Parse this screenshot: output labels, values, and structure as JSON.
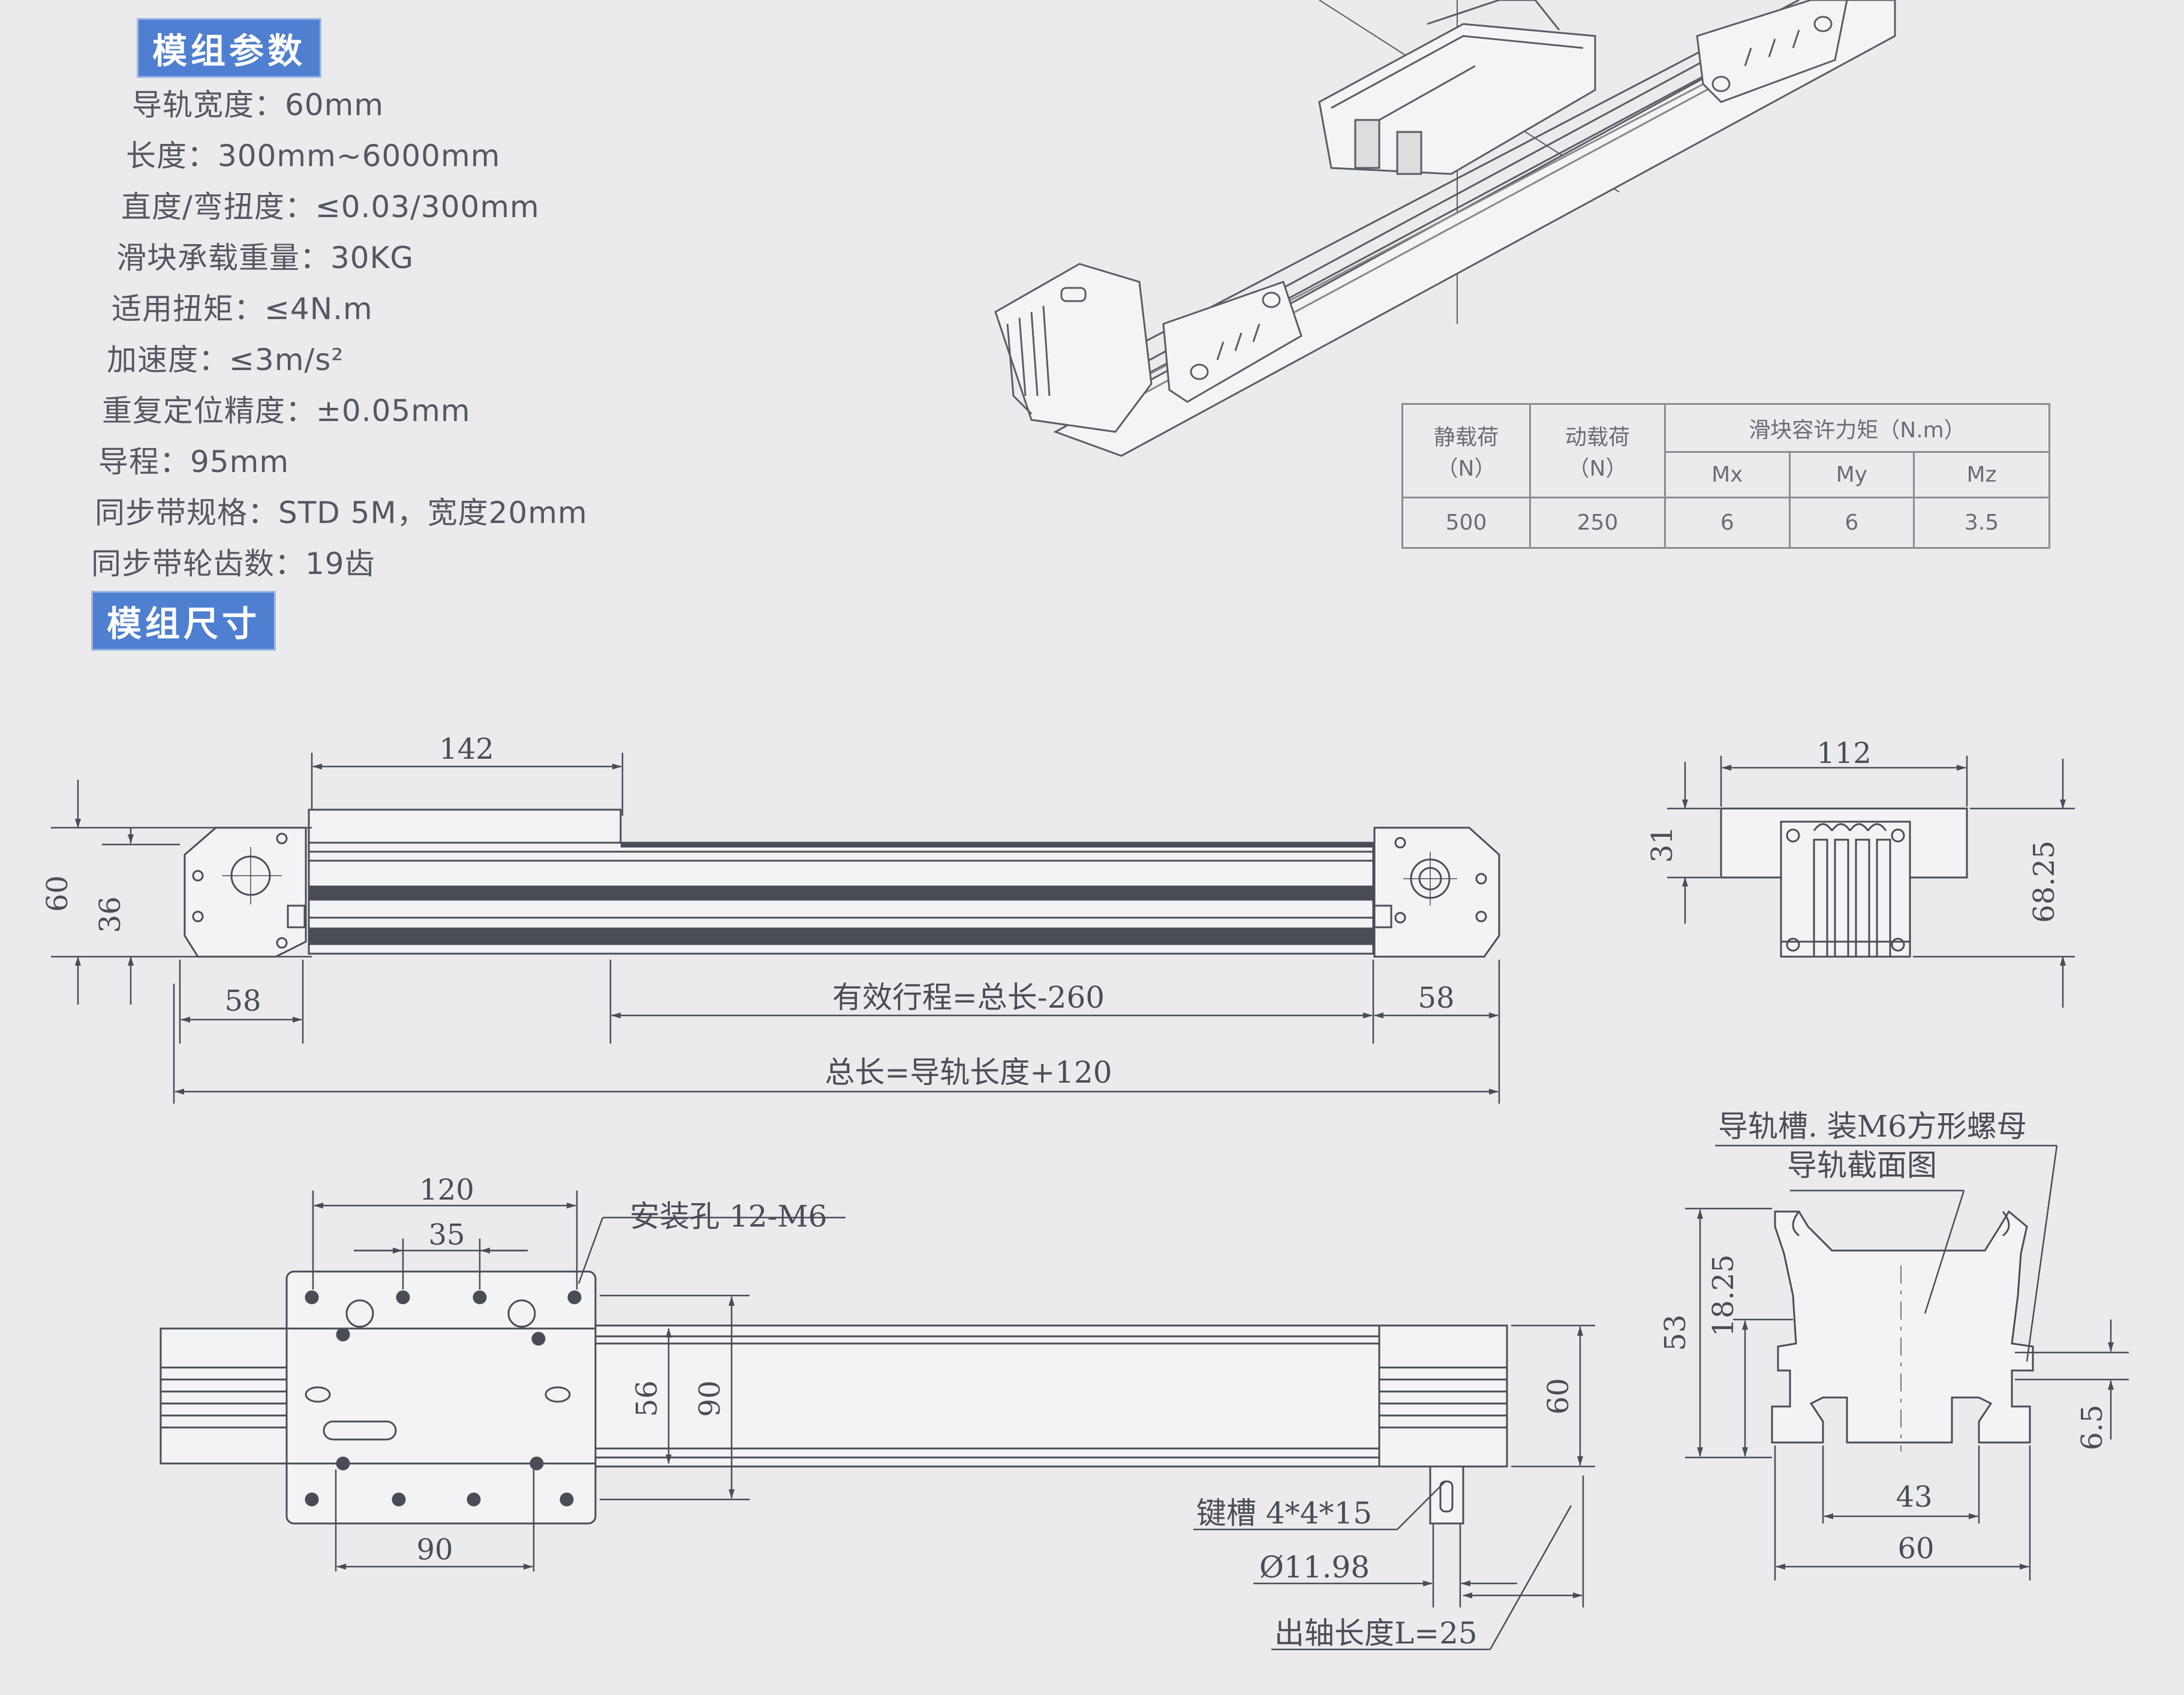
{
  "sections": {
    "params_title": "模组参数",
    "dims_title": "模组尺寸"
  },
  "params": [
    "导轨宽度：60mm",
    "长度：300mm~6000mm",
    "直度/弯扭度：≤0.03/300mm",
    "滑块承载重量：30KG",
    "适用扭矩：≤4N.m",
    "加速度：≤3m/s²",
    "重复定位精度：±0.05mm",
    "导程：95mm",
    "同步带规格：STD 5M，宽度20mm",
    "同步带轮齿数：19齿"
  ],
  "spec_table": {
    "static_load": "静载荷",
    "static_unit": "（N）",
    "dynamic_load": "动载荷",
    "dynamic_unit": "（N）",
    "moment_header": "滑块容许力矩（N.m）",
    "mx": "Mx",
    "my": "My",
    "mz": "Mz",
    "values": [
      "500",
      "250",
      "6",
      "6",
      "3.5"
    ]
  },
  "front_view": {
    "d142": "142",
    "d60": "60",
    "d36": "36",
    "d58_left": "58",
    "d58_right": "58",
    "stroke": "有效行程=总长-260",
    "total": "总长=导轨长度+120"
  },
  "end_view": {
    "d112": "112",
    "d31": "31",
    "d68": "68.25"
  },
  "top_view": {
    "d120": "120",
    "d35": "35",
    "holes": "安装孔 12-M6",
    "d56": "56",
    "d90v": "90",
    "d90": "90",
    "d60": "60",
    "keyway": "键槽 4*4*15",
    "shaft_dia": "Ø11.98",
    "shaft_len": "出轴长度L=25"
  },
  "rail_section": {
    "slot_note": "导轨槽. 装M6方形螺母",
    "title": "导轨截面图",
    "d53": "53",
    "d18": "18.25",
    "d6": "6.5",
    "d43": "43",
    "d60": "60"
  }
}
